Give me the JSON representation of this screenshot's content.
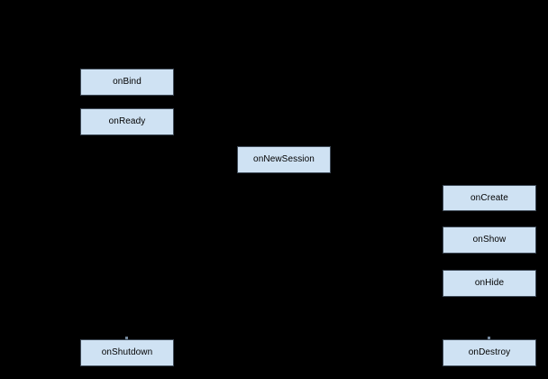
{
  "diagram": {
    "description": "Lifecycle callback flow diagram on black background",
    "colors": {
      "background": "#000000",
      "node_fill": "#cfe2f3",
      "node_border": "#3e4a57",
      "node_text": "#000000"
    },
    "nodes": [
      {
        "id": "onBind",
        "label": "onBind"
      },
      {
        "id": "onReady",
        "label": "onReady"
      },
      {
        "id": "onNewSession",
        "label": "onNewSession"
      },
      {
        "id": "onCreate",
        "label": "onCreate"
      },
      {
        "id": "onShow",
        "label": "onShow"
      },
      {
        "id": "onHide",
        "label": "onHide"
      },
      {
        "id": "onShutdown",
        "label": "onShutdown"
      },
      {
        "id": "onDestroy",
        "label": "onDestroy"
      }
    ]
  }
}
